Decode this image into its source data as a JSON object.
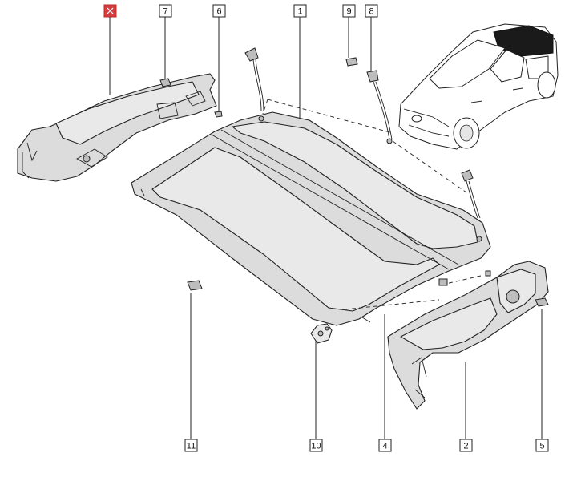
{
  "diagram": {
    "callouts": [
      {
        "id": "c-red",
        "label": ""
      },
      {
        "id": "c7",
        "label": "7"
      },
      {
        "id": "c6",
        "label": "6"
      },
      {
        "id": "c1",
        "label": "1"
      },
      {
        "id": "c9",
        "label": "9"
      },
      {
        "id": "c8",
        "label": "8"
      },
      {
        "id": "c11",
        "label": "11"
      },
      {
        "id": "c10",
        "label": "10"
      },
      {
        "id": "c4",
        "label": "4"
      },
      {
        "id": "c2",
        "label": "2"
      },
      {
        "id": "c5",
        "label": "5"
      }
    ],
    "colors": {
      "highlight": "#d33d3d",
      "part_fill": "#dcdcdc",
      "line": "#222222"
    }
  }
}
